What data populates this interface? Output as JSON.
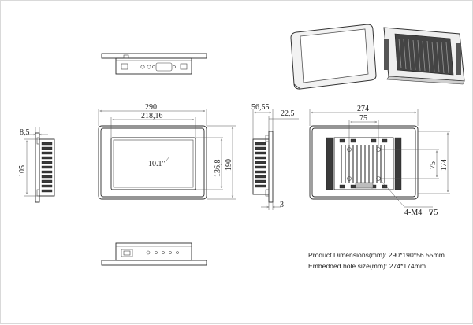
{
  "dimensions": {
    "width_outer": "290",
    "width_screen": "218,16",
    "depth_total": "56,55",
    "depth_rear": "22,5",
    "cutout_width": "274",
    "vesa_w": "75",
    "vesa_h": "75",
    "cutout_height": "174",
    "height_outer": "190",
    "height_screen": "136,8",
    "bezel_thickness": "3",
    "side_depth": "8,5",
    "side_height": "105",
    "screen_size": "10.1\"",
    "screw_spec": "4-M4",
    "screw_depth": "5"
  },
  "captions": {
    "product_dimensions": "Product Dimensions(mm): 290*190*56.55mm",
    "embedded_hole": "Embedded hole size(mm): 274*174mm"
  }
}
